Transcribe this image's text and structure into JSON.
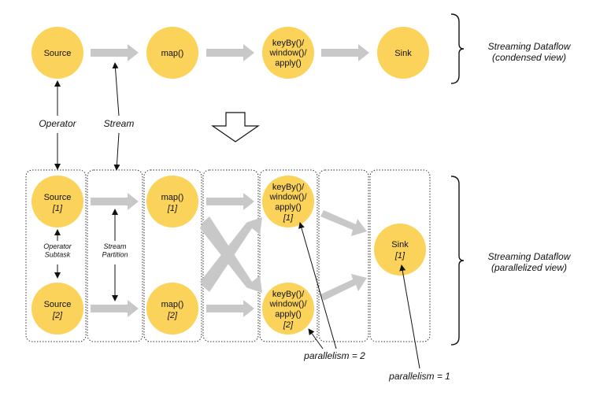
{
  "colors": {
    "node_fill": "#fbd25a",
    "arrow_gray": "#c8c8c8",
    "border": "#333333"
  },
  "condensed": {
    "nodes": [
      "Source",
      "map()",
      "keyBy()/\nwindow()/\napply()",
      "Sink"
    ],
    "side_label": "Streaming Dataflow\n(condensed view)"
  },
  "callouts": {
    "operator": "Operator",
    "stream": "Stream"
  },
  "parallel": {
    "source_1": "Source",
    "source_1_idx": "[1]",
    "source_2": "Source",
    "source_2_idx": "[2]",
    "map_1": "map()",
    "map_1_idx": "[1]",
    "map_2": "map()",
    "map_2_idx": "[2]",
    "kwa_1": "keyBy()/\nwindow()/\napply()",
    "kwa_1_idx": "[1]",
    "kwa_2": "keyBy()/\nwindow()/\napply()",
    "kwa_2_idx": "[2]",
    "sink_1": "Sink",
    "sink_1_idx": "[1]",
    "operator_subtask": "Operator\nSubtask",
    "stream_partition": "Stream\nPartition",
    "side_label": "Streaming Dataflow\n(parallelized view)"
  },
  "annotations": {
    "parallelism_2": "parallelism = 2",
    "parallelism_1": "parallelism = 1"
  }
}
